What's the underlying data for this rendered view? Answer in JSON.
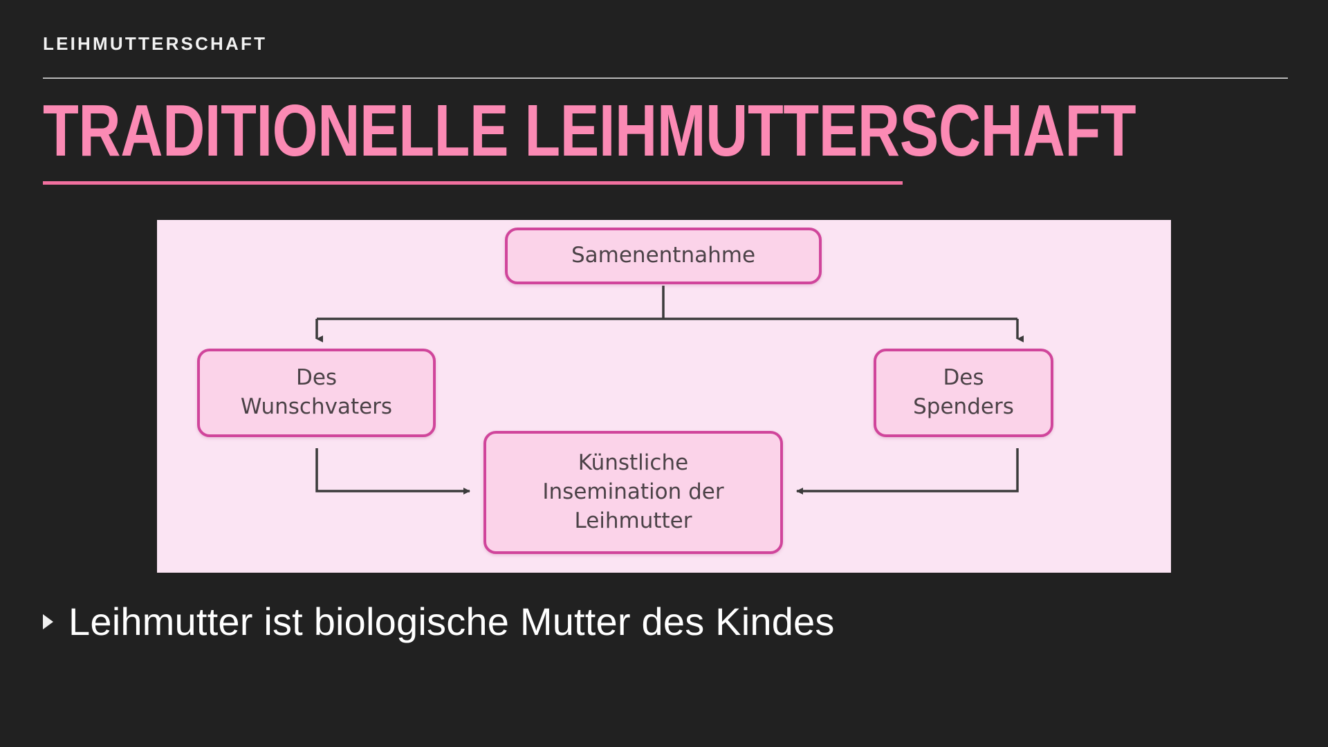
{
  "slide": {
    "background_color": "#212121",
    "kicker": "LEIHMUTTERSCHAFT",
    "title": "TRADITIONELLE LEIHMUTTERSCHAFT",
    "title_color": "#fb8ab4",
    "bullet": "Leihmutter ist biologische Mutter des Kindes"
  },
  "diagram": {
    "panel_background": "#fbe4f3",
    "node_fill": "#fbd3e9",
    "node_border": "#d0459b",
    "node_text_color": "#4b4247",
    "connector_color": "#3b3b3b",
    "nodes": {
      "top": "Samenentnahme",
      "left_line1": "Des",
      "left_line2": "Wunschvaters",
      "right_line1": "Des",
      "right_line2": "Spenders",
      "center_line1": "Künstliche",
      "center_line2": "Insemination der",
      "center_line3": "Leihmutter"
    }
  }
}
